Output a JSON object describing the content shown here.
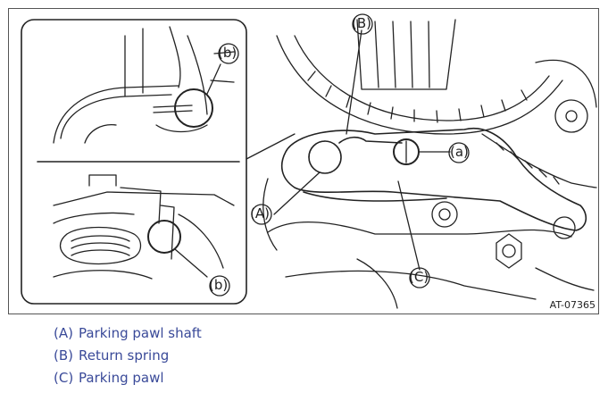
{
  "callouts": {
    "inset_top_b": "(b)",
    "inset_bottom_b": "(b)",
    "main_B": "(B)",
    "main_a": "(a)",
    "main_A": "(A)",
    "main_C": "(C)"
  },
  "figure_id": "AT-07365",
  "legend": [
    {
      "key": "(A)",
      "label": "Parking pawl shaft"
    },
    {
      "key": "(B)",
      "label": "Return spring"
    },
    {
      "key": "(C)",
      "label": "Parking pawl"
    }
  ],
  "colors": {
    "legend_text": "#3a4a99",
    "line": "#222222"
  }
}
